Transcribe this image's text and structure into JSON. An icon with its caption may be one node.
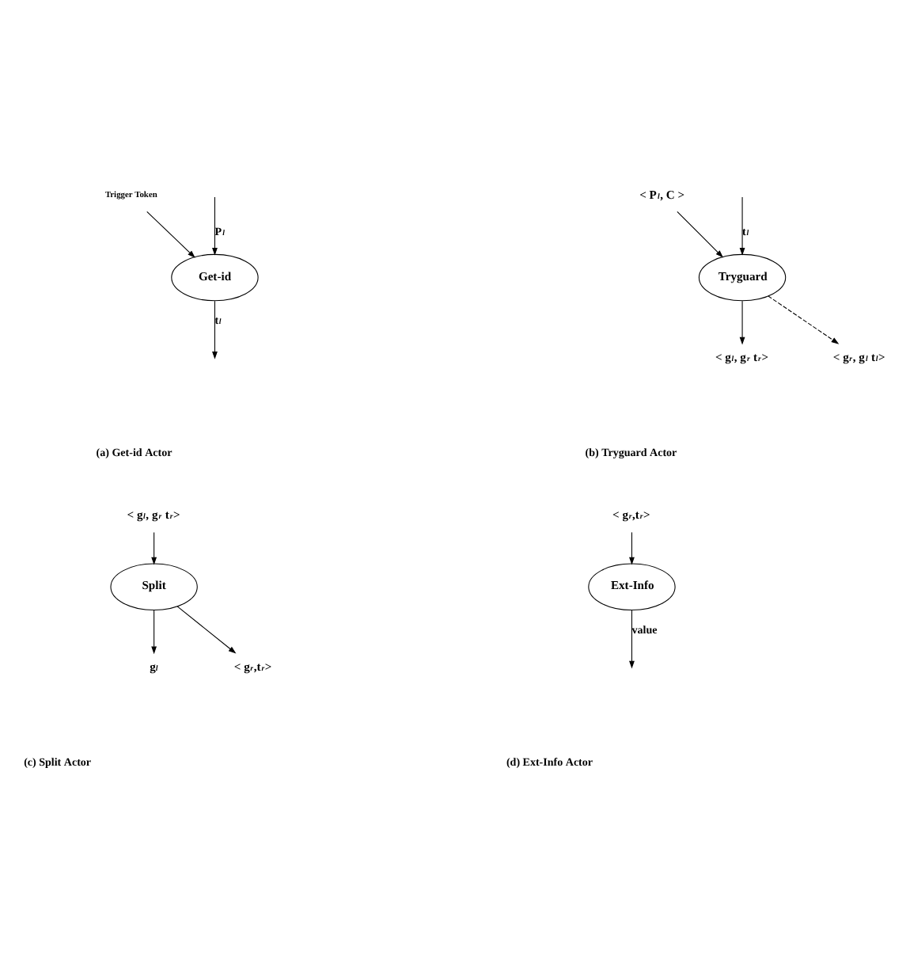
{
  "diagram": {
    "nodes": [
      {
        "text": [
          "Trigger Token"
        ]
      },
      {
        "text": [
          "Get-id"
        ]
      },
      {
        "text": [
          "< P$_{l}$, C >"
        ]
      },
      {
        "text": [
          "Tryguard"
        ]
      },
      {
        "text": [
          "< g$_{l}$, g$_{r}$ t$_{r}$>"
        ]
      },
      {
        "text": [
          "< g$_{r}$, g$_{l}$ t$_{l}$>"
        ]
      },
      {
        "text": [
          "< g$_{l}$, g$_{r}$ t$_{r}$>"
        ]
      },
      {
        "text": [
          "Split"
        ]
      },
      {
        "text": [
          "g$_{l}$"
        ]
      },
      {
        "text": [
          "< g$_{r}$,t$_{r}$>"
        ]
      },
      {
        "text": [
          "< g$_{r}$,t$_{r}$>"
        ]
      },
      {
        "text": [
          "Ext-Info"
        ]
      }
    ],
    "edges": [
      {
        "from": 0,
        "to": 1,
        "arrow": "to"
      },
      {
        "from": null,
        "to": 1,
        "arrow": "to",
        "label": "P$_{l}$"
      },
      {
        "from": 1,
        "to": null,
        "arrow": "to",
        "label": "t$_{l}$"
      },
      {
        "from": null,
        "to": 3,
        "arrow": "to",
        "label": "t$_{l}$"
      },
      {
        "from": 2,
        "to": 3,
        "arrow": "to"
      },
      {
        "from": 3,
        "to": 4,
        "arrow": "to"
      },
      {
        "from": 3,
        "to": 5,
        "arrow": "to",
        "style": "dashed"
      },
      {
        "from": 6,
        "to": 7,
        "arrow": "to"
      },
      {
        "from": 7,
        "to": 8,
        "arrow": "to"
      },
      {
        "from": 7,
        "to": 9,
        "arrow": "to"
      },
      {
        "from": 10,
        "to": 11,
        "arrow": "to"
      },
      {
        "from": 11,
        "to": null,
        "arrow": "to",
        "label": "value"
      }
    ],
    "labels": [
      "(a) Get-id Actor",
      "(b) Tryguard Actor",
      "(c) Split Actor",
      "(d) Ext-Info Actor"
    ]
  }
}
